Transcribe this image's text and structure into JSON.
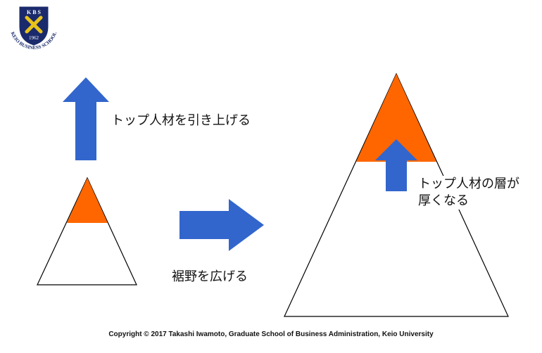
{
  "logo": {
    "top_text": "K B S",
    "year": "1962",
    "ring_text": "KEIO BUSINESS SCHOOL"
  },
  "labels": {
    "raise_top": "トップ人材を引き上げる",
    "widen_base": "裾野を広げる",
    "result_line1": "トップ人材の層が",
    "result_line2": "厚くなる"
  },
  "copyright": "Copyright © 2017 Takashi Iwamoto, Graduate School of Business Administration, Keio University",
  "colors": {
    "arrow": "#3366cc",
    "top_layer": "#ff6600",
    "outline": "#000000",
    "logo_navy": "#1a2a6c",
    "logo_gold": "#e8c21a"
  }
}
